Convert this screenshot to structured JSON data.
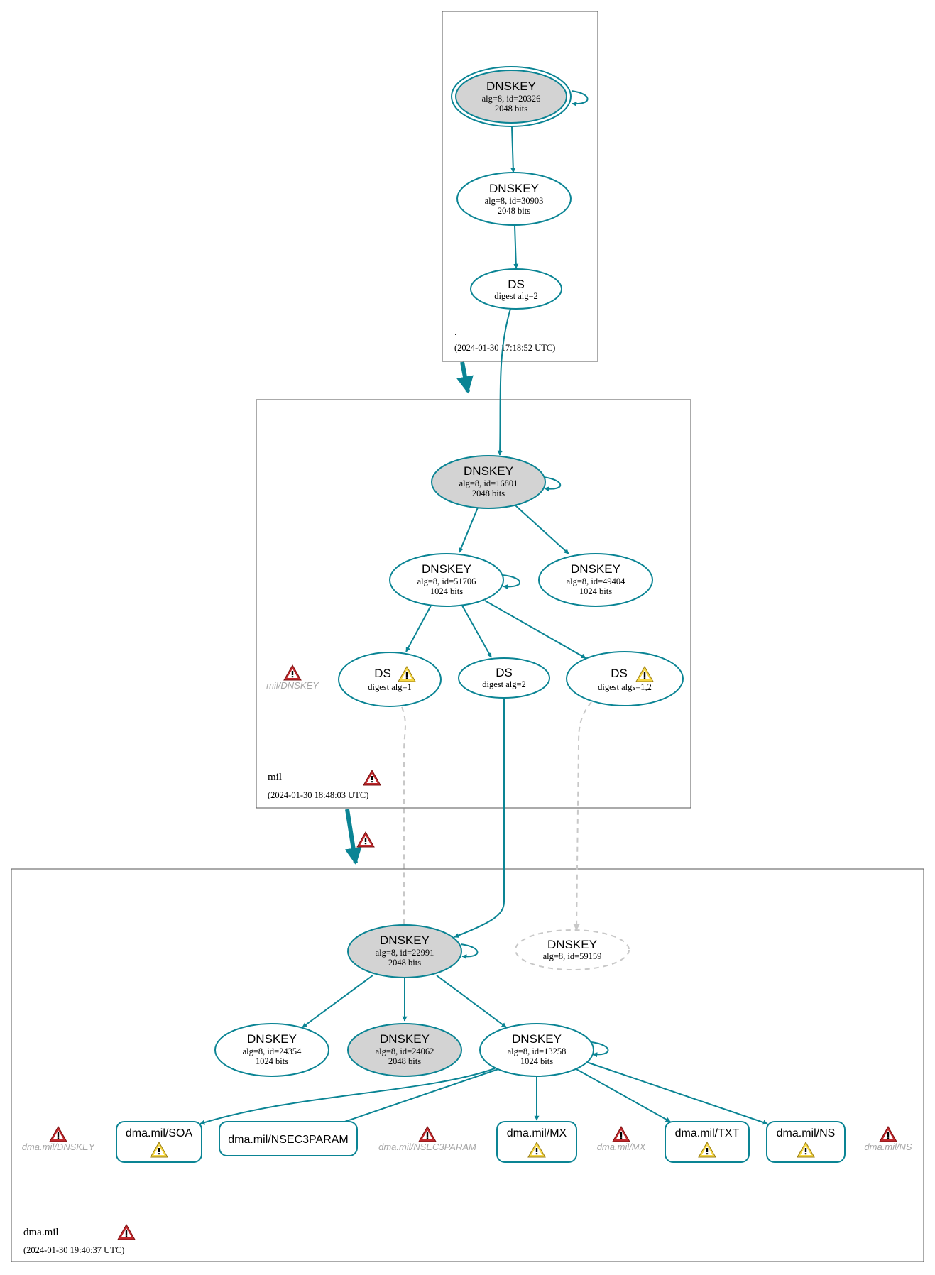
{
  "colors": {
    "edge": "#0a8494",
    "edge_dashed": "#c8c8c8",
    "node_fill_sep": "#d3d3d3",
    "node_fill": "#ffffff",
    "zone_border": "#555555",
    "error_red": "#c0282c",
    "warning_yellow": "#f6d743"
  },
  "zones": {
    "root": {
      "name": ".",
      "timestamp": "(2024-01-30 17:18:52 UTC)"
    },
    "mil": {
      "name": "mil",
      "timestamp": "(2024-01-30 18:48:03 UTC)",
      "status_icon": "error-icon"
    },
    "dma": {
      "name": "dma.mil",
      "timestamp": "(2024-01-30 19:40:37 UTC)",
      "status_icon": "error-icon"
    }
  },
  "nodes": {
    "root_ksk": {
      "title": "DNSKEY",
      "line1": "alg=8, id=20326",
      "line2": "2048 bits"
    },
    "root_zsk": {
      "title": "DNSKEY",
      "line1": "alg=8, id=30903",
      "line2": "2048 bits"
    },
    "root_ds": {
      "title": "DS",
      "line1": "digest alg=2"
    },
    "mil_ksk": {
      "title": "DNSKEY",
      "line1": "alg=8, id=16801",
      "line2": "2048 bits"
    },
    "mil_zsk1": {
      "title": "DNSKEY",
      "line1": "alg=8, id=51706",
      "line2": "1024 bits"
    },
    "mil_zsk2": {
      "title": "DNSKEY",
      "line1": "alg=8, id=49404",
      "line2": "1024 bits"
    },
    "mil_ds1": {
      "title": "DS",
      "line1": "digest alg=1",
      "icon": "warning-icon"
    },
    "mil_ds2": {
      "title": "DS",
      "line1": "digest alg=2"
    },
    "mil_ds3": {
      "title": "DS",
      "line1": "digest algs=1,2",
      "icon": "warning-icon"
    },
    "dma_ksk": {
      "title": "DNSKEY",
      "line1": "alg=8, id=22991",
      "line2": "2048 bits"
    },
    "dma_missing": {
      "title": "DNSKEY",
      "line1": "alg=8, id=59159"
    },
    "dma_zsk1": {
      "title": "DNSKEY",
      "line1": "alg=8, id=24354",
      "line2": "1024 bits"
    },
    "dma_ksk2": {
      "title": "DNSKEY",
      "line1": "alg=8, id=24062",
      "line2": "2048 bits"
    },
    "dma_zsk2": {
      "title": "DNSKEY",
      "line1": "alg=8, id=13258",
      "line2": "1024 bits"
    }
  },
  "rrsets": {
    "soa": {
      "label": "dma.mil/SOA",
      "icon": "warning-icon"
    },
    "nsec3param": {
      "label": "dma.mil/NSEC3PARAM"
    },
    "mx": {
      "label": "dma.mil/MX",
      "icon": "warning-icon"
    },
    "txt": {
      "label": "dma.mil/TXT",
      "icon": "warning-icon"
    },
    "ns": {
      "label": "dma.mil/NS",
      "icon": "warning-icon"
    }
  },
  "ghosts": {
    "mil_dnskey": "mil/DNSKEY",
    "dma_dnskey": "dma.mil/DNSKEY",
    "dma_nsec3param": "dma.mil/NSEC3PARAM",
    "dma_mx": "dma.mil/MX",
    "dma_ns": "dma.mil/NS"
  }
}
